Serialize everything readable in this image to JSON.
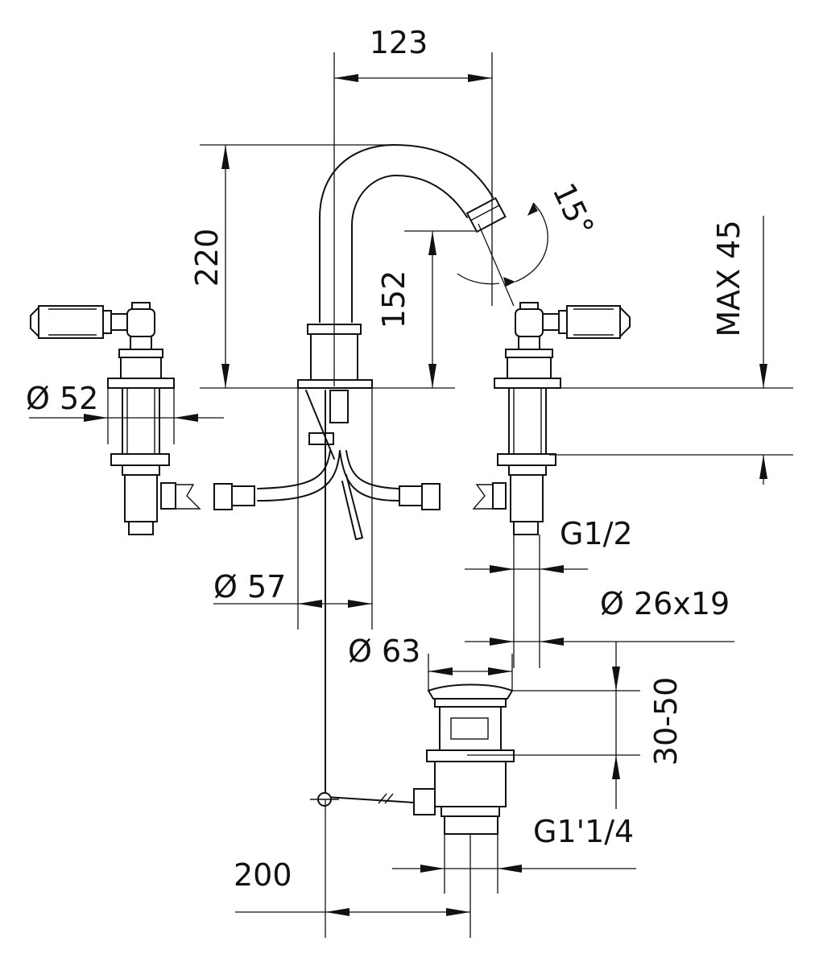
{
  "labels": {
    "d123": "123",
    "d220": "220",
    "d152": "152",
    "d15deg": "15°",
    "max45": "MAX 45",
    "dia52": "Ø 52",
    "dia57": "Ø 57",
    "g12": "G1/2",
    "dia26x19": "Ø 26x19",
    "dia63": "Ø 63",
    "d30_50a": "30-50",
    "d30_50b": "30-50",
    "g1_14": "G1'1/4",
    "d200": "200"
  }
}
